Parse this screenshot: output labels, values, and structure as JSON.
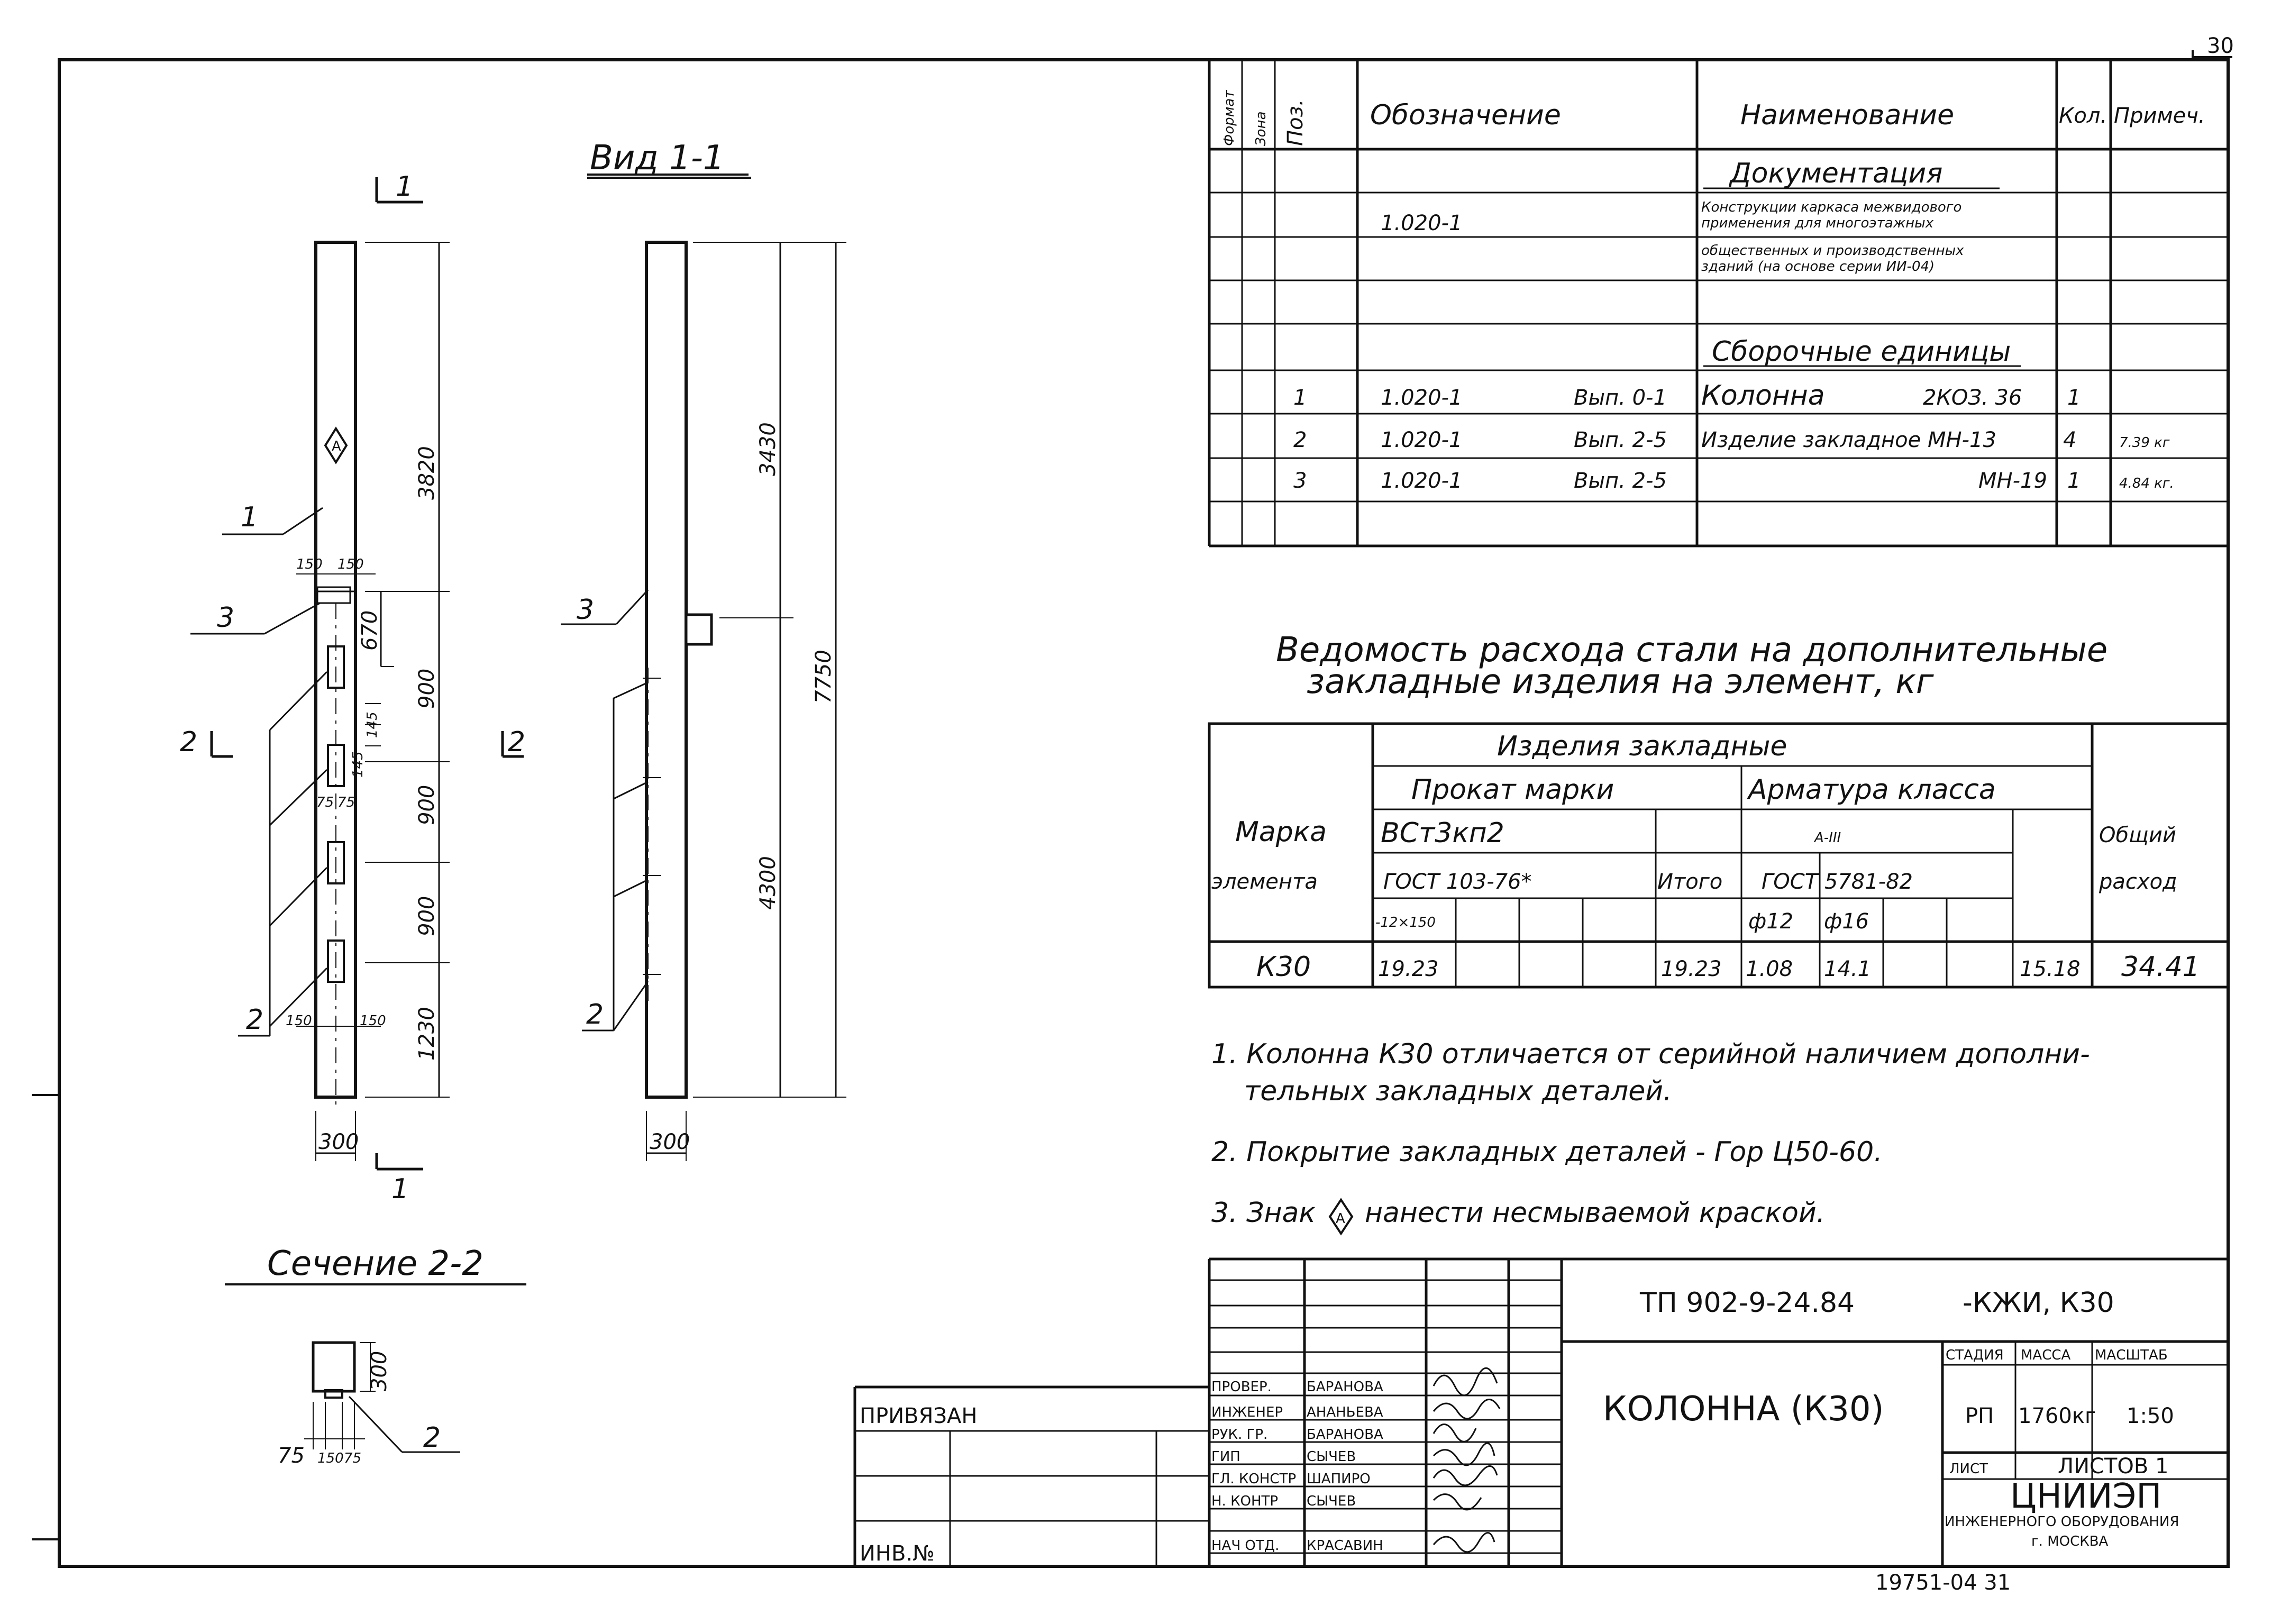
{
  "page_number": "30",
  "archive_number": "19751-04  31",
  "spec_table": {
    "headers": {
      "format": "Формат",
      "zone": "Зона",
      "pos": "Поз.",
      "designation": "Обозначение",
      "name": "Наименование",
      "qty": "Кол.",
      "note": "Примеч."
    },
    "documentation_title": "Документация",
    "doc_designation": "1.020-1",
    "doc_name_1": "Конструкции каркаса межвидового",
    "doc_name_2": "применения для многоэтажных",
    "doc_name_3": "общественных и производственных",
    "doc_name_4": "зданий (на основе серии ИИ-04)",
    "assembly_title": "Сборочные единицы",
    "rows": [
      {
        "pos": "1",
        "designation": "1.020-1",
        "issue": "Вып. 0-1",
        "name": "Колонна",
        "mark": "2КОЗ. 36",
        "qty": "1",
        "note": ""
      },
      {
        "pos": "2",
        "designation": "1.020-1",
        "issue": "Вып. 2-5",
        "name": "Изделие закладное МН-13",
        "mark": "",
        "qty": "4",
        "note": "7.39 кг"
      },
      {
        "pos": "3",
        "designation": "1.020-1",
        "issue": "Вып. 2-5",
        "name": "",
        "mark": "МН-19",
        "qty": "1",
        "note": "4.84 кг."
      }
    ]
  },
  "steel": {
    "title_1": "Ведомость расхода стали на дополнительные",
    "title_2": "закладные изделия на элемент, кг",
    "h_items": "Изделия  закладные",
    "h_rolled": "Прокат  марки",
    "h_rebar": "Арматура  класса",
    "h_mark": "Марка",
    "h_element": "элемента",
    "h_steel_grade": "ВСт3кп2",
    "h_rebar_class": "А-III",
    "h_gost1": "ГОСТ 103-76*",
    "h_gost2": "ГОСТ 5781-82",
    "h_total": "Итого",
    "h_overall": "Общий",
    "h_consumption": "расход",
    "h_section": "-12×150",
    "h_d12": "ф12",
    "h_d16": "ф16",
    "row": {
      "mark": "К30",
      "rolled": "19.23",
      "total": "19.23",
      "d12": "1.08",
      "d16": "14.1",
      "rebar_total": "15.18",
      "overall": "34.41"
    }
  },
  "notes": [
    "1. Колонна К30 отличается от серийной наличием дополни-",
    "тельных закладных деталей.",
    "2. Покрытие закладных деталей -  Гор Ц50-60.",
    "3. Знак",
    "нанести несмываемой краской."
  ],
  "drawing": {
    "view_title": "Вид 1-1",
    "section_title": "Сечение 2-2",
    "cut1": "1",
    "cut2": "2",
    "sign": "А",
    "left_dims": {
      "d3820": "3820",
      "d670": "670",
      "d900a": "900",
      "d900b": "900",
      "d900c": "900",
      "d1230": "1230",
      "d145a": "145",
      "d145b": "145",
      "d75a": "75",
      "d75b": "75",
      "d150a": "150",
      "d150b": "150",
      "d150c": "150",
      "d150d": "150",
      "width": "300"
    },
    "right_dims": {
      "d3430": "3430",
      "d4300": "4300",
      "d7750": "7750",
      "width": "300"
    },
    "section_dims": {
      "d300": "300",
      "d75a": "75",
      "d150": "150",
      "d75b": "75"
    },
    "callouts": {
      "c1": "1",
      "c2": "2",
      "c3": "3"
    }
  },
  "stamp": {
    "code": "ТП 902-9-24.84",
    "suffix": "-КЖИ, К30",
    "title": "КОЛОННА (К30)",
    "stage_label": "СТАДИЯ",
    "mass_label": "МАССА",
    "scale_label": "МАСШТАБ",
    "stage": "РП",
    "mass": "1760кг",
    "scale": "1:50",
    "sheet_label": "ЛИСТ",
    "sheets_label": "ЛИСТОВ 1",
    "org_1": "ЦНИИЭП",
    "org_2": "ИНЖЕНЕРНОГО ОБОРУДОВАНИЯ",
    "org_3": "г. МОСКВА",
    "attached": "ПРИВЯЗАН",
    "inv": "ИНВ.№",
    "roles": [
      {
        "role": "ПРОВЕР.",
        "name": "БАРАНОВА"
      },
      {
        "role": "ИНЖЕНЕР",
        "name": "АНАНЬЕВА"
      },
      {
        "role": "РУК. ГР.",
        "name": "БАРАНОВА"
      },
      {
        "role": "ГИП",
        "name": "СЫЧЕВ"
      },
      {
        "role": "ГЛ. КОНСТР",
        "name": "ШАПИРО"
      },
      {
        "role": "Н. КОНТР",
        "name": "СЫЧЕВ"
      },
      {
        "role": "НАЧ ОТД.",
        "name": "КРАСАВИН"
      }
    ]
  }
}
